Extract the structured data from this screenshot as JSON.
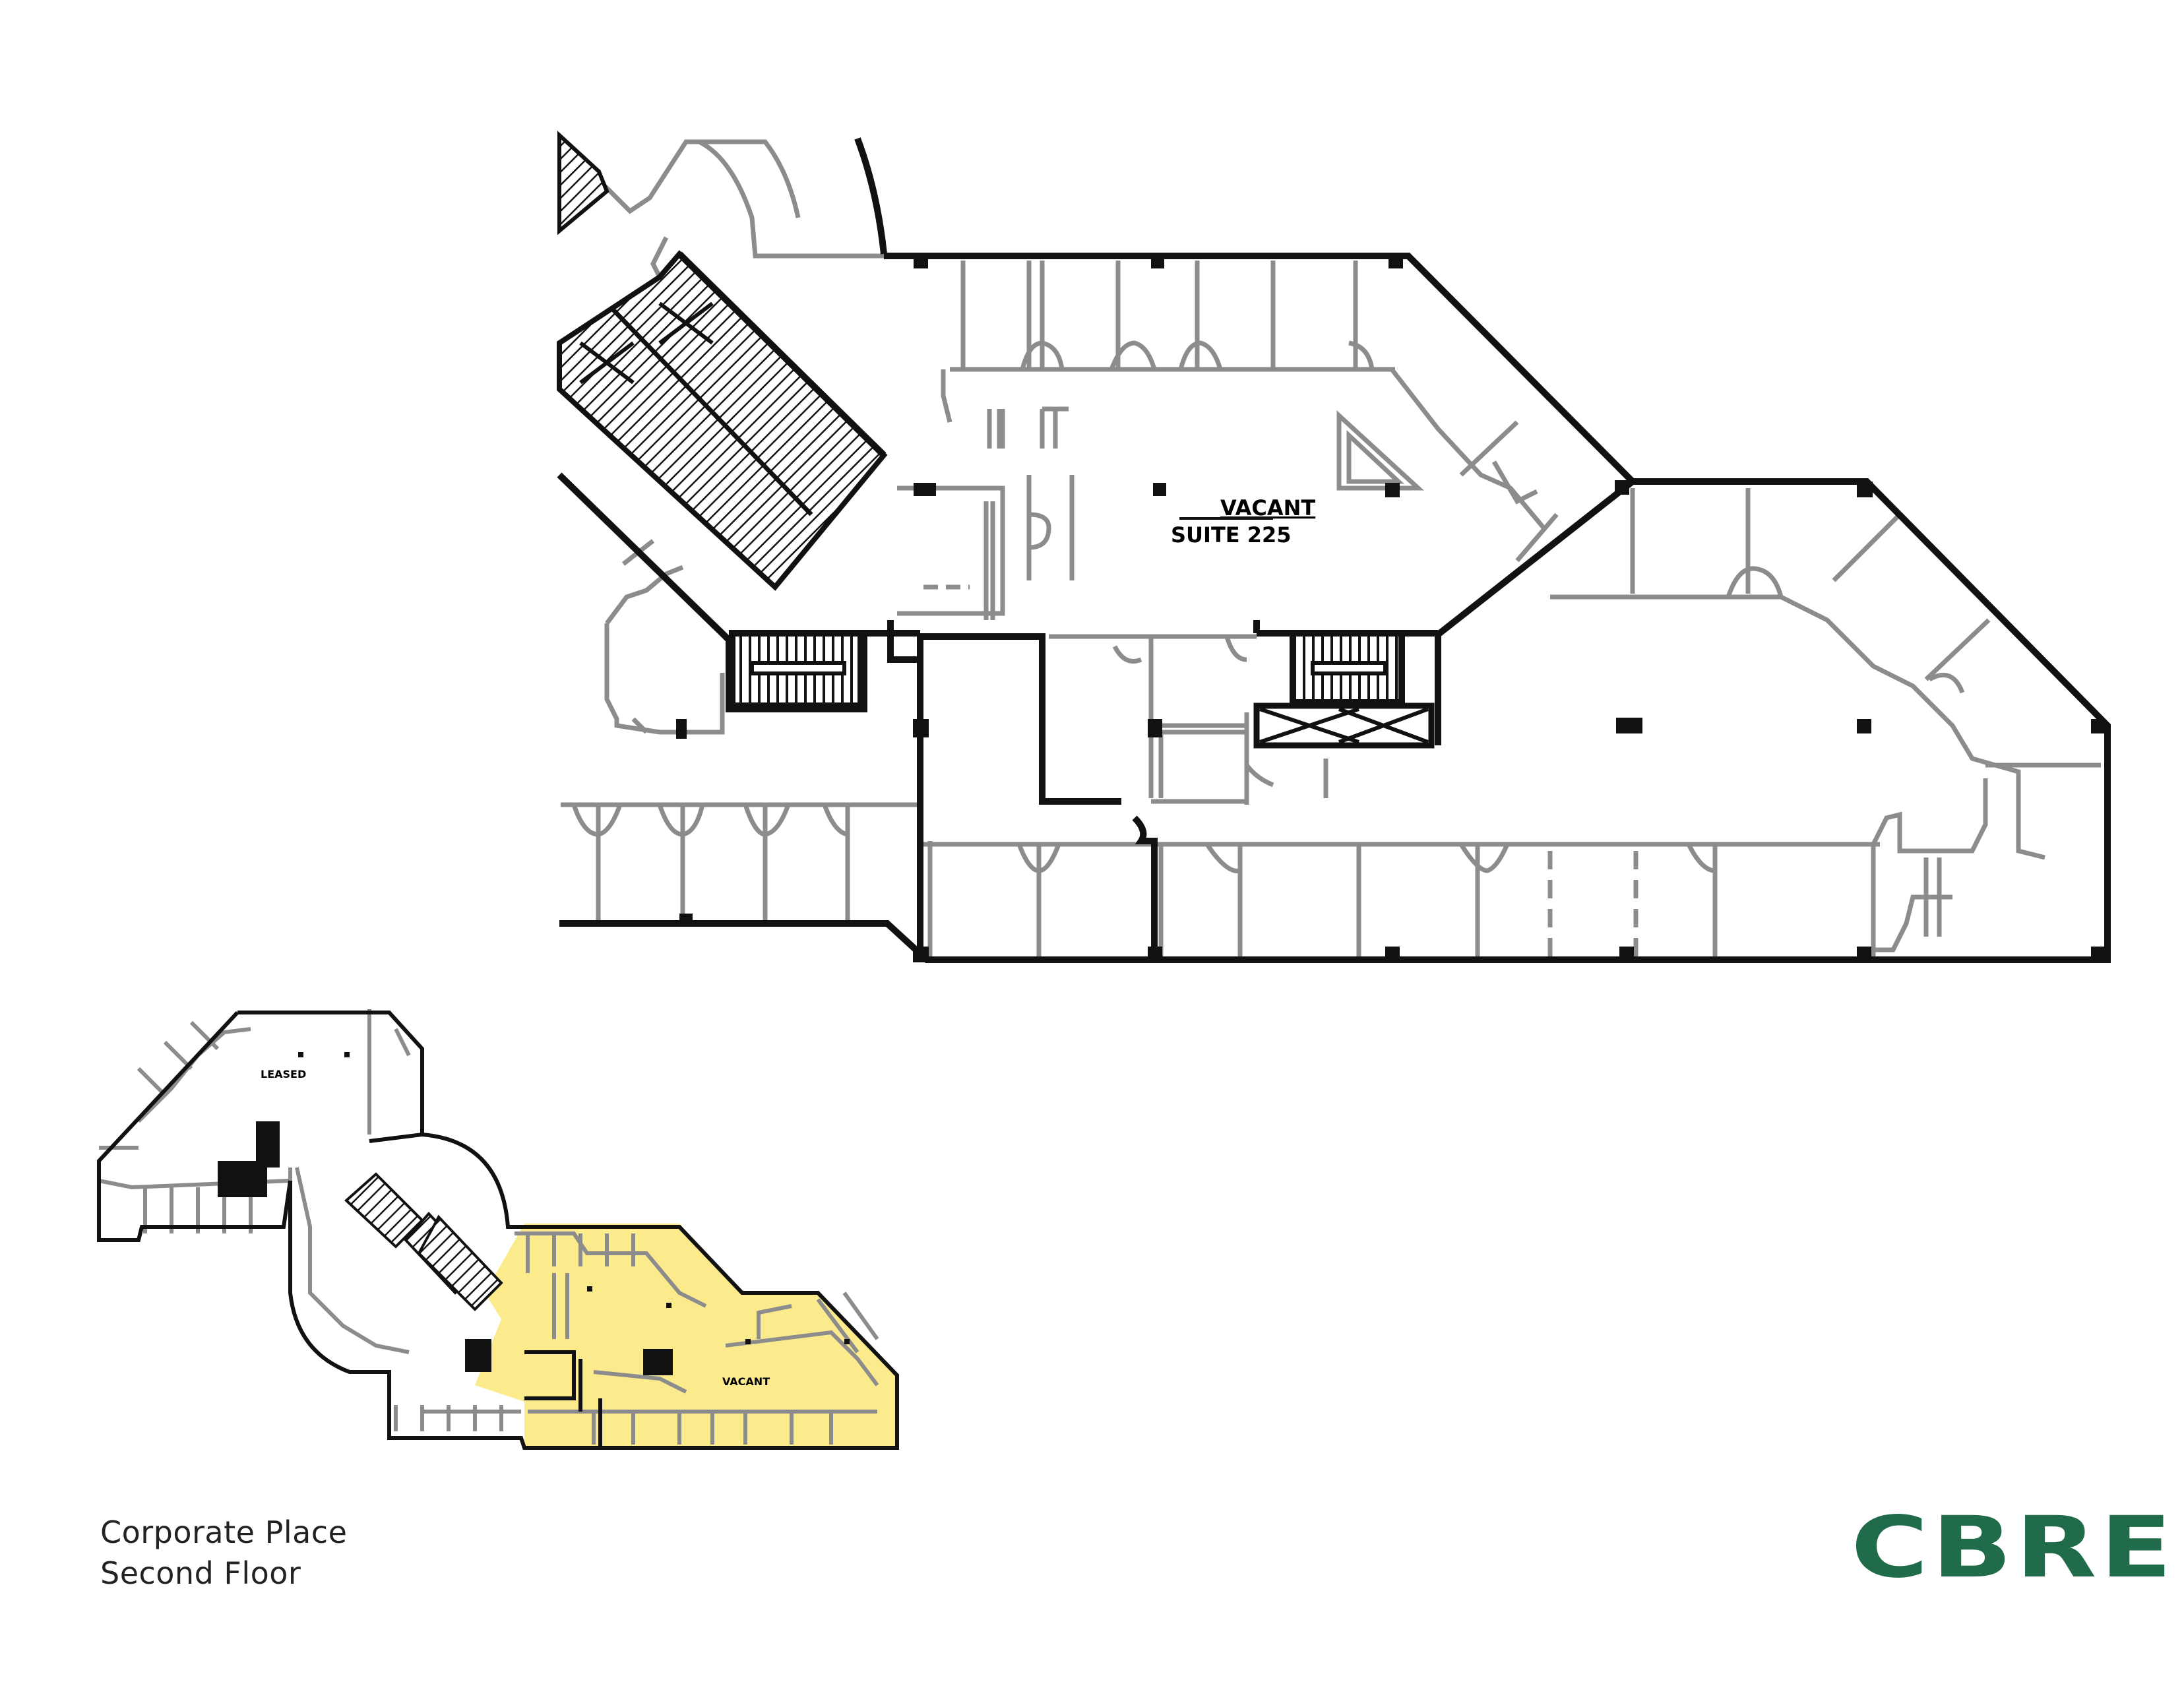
{
  "document": {
    "type": "floor-plan-marketing-sheet",
    "building": "Corporate Place",
    "floor": "Second Floor"
  },
  "main_plan": {
    "suite_status": "VACANT",
    "suite_name": "SUITE 225"
  },
  "key_plan": {
    "leased_label": "LEASED",
    "vacant_label": "VACANT",
    "highlight_color": "#FCEB8C"
  },
  "caption": {
    "line1": "Corporate Place",
    "line2": "Second Floor"
  },
  "brand": {
    "logo_text": "CBRE",
    "logo_color": "#1F6B4A"
  },
  "colors": {
    "exterior_wall": "#111111",
    "interior_wall": "#8C8C8C",
    "background": "#FFFFFF"
  }
}
